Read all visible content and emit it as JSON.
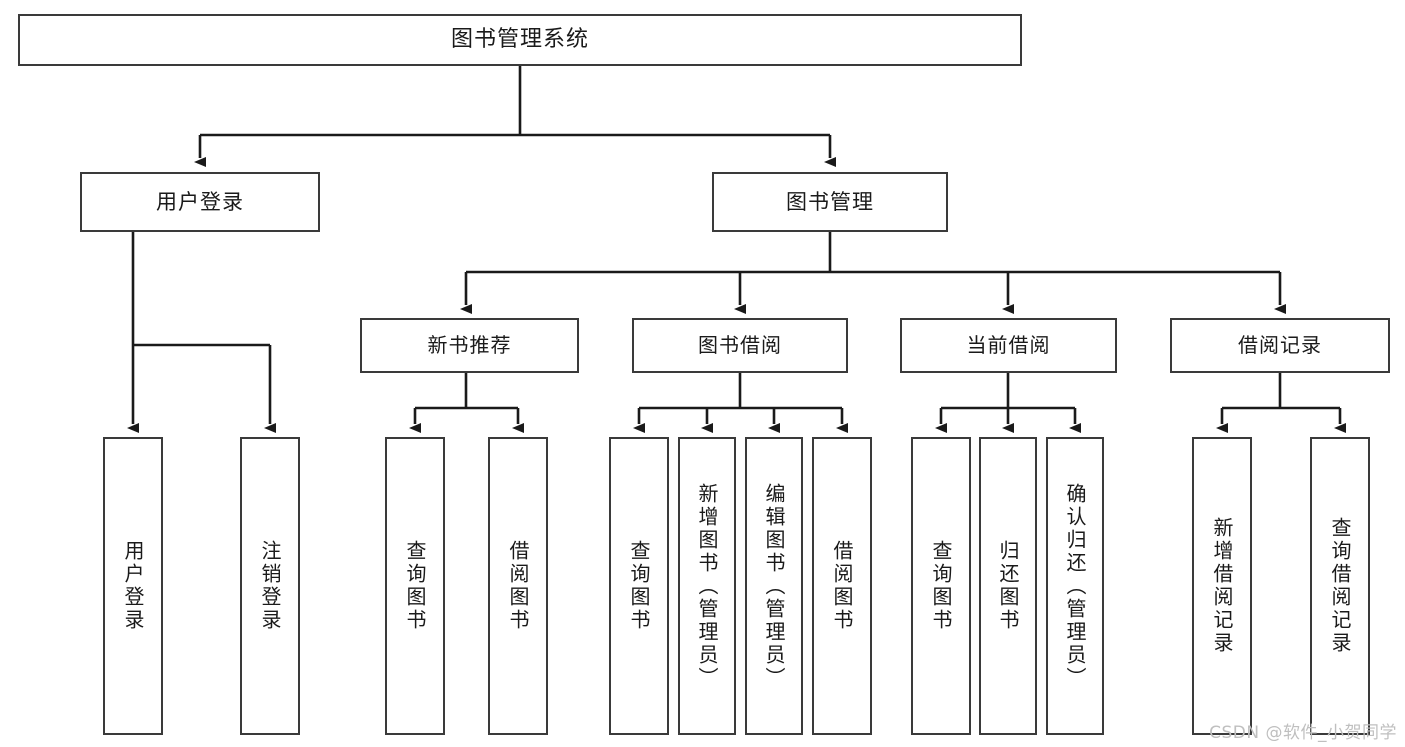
{
  "diagram": {
    "title": "图书管理系统",
    "watermark": "CSDN @软件_小贺同学",
    "colors": {
      "box_border": "#3a3a3a",
      "box_fill": "#ffffff",
      "connector": "#1a1a1a",
      "text": "#1a1a1a",
      "watermark": "#bfbfbf",
      "background": "#ffffff"
    },
    "root": {
      "label": "图书管理系统"
    },
    "level2": [
      {
        "label": "用户登录"
      },
      {
        "label": "图书管理"
      }
    ],
    "level3": [
      {
        "label": "新书推荐"
      },
      {
        "label": "图书借阅"
      },
      {
        "label": "当前借阅"
      },
      {
        "label": "借阅记录"
      }
    ],
    "leaves": {
      "user_login": [
        {
          "label": "用户登录"
        },
        {
          "label": "注销登录"
        }
      ],
      "new_book_recommend": [
        {
          "label": "查询图书"
        },
        {
          "label": "借阅图书"
        }
      ],
      "book_borrow": [
        {
          "label": "查询图书"
        },
        {
          "label": "新增图书（管理员）"
        },
        {
          "label": "编辑图书（管理员）"
        },
        {
          "label": "借阅图书"
        }
      ],
      "current_borrow": [
        {
          "label": "查询图书"
        },
        {
          "label": "归还图书"
        },
        {
          "label": "确认归还（管理员）"
        }
      ],
      "borrow_record": [
        {
          "label": "新增借阅记录"
        },
        {
          "label": "查询借阅记录"
        }
      ]
    }
  }
}
